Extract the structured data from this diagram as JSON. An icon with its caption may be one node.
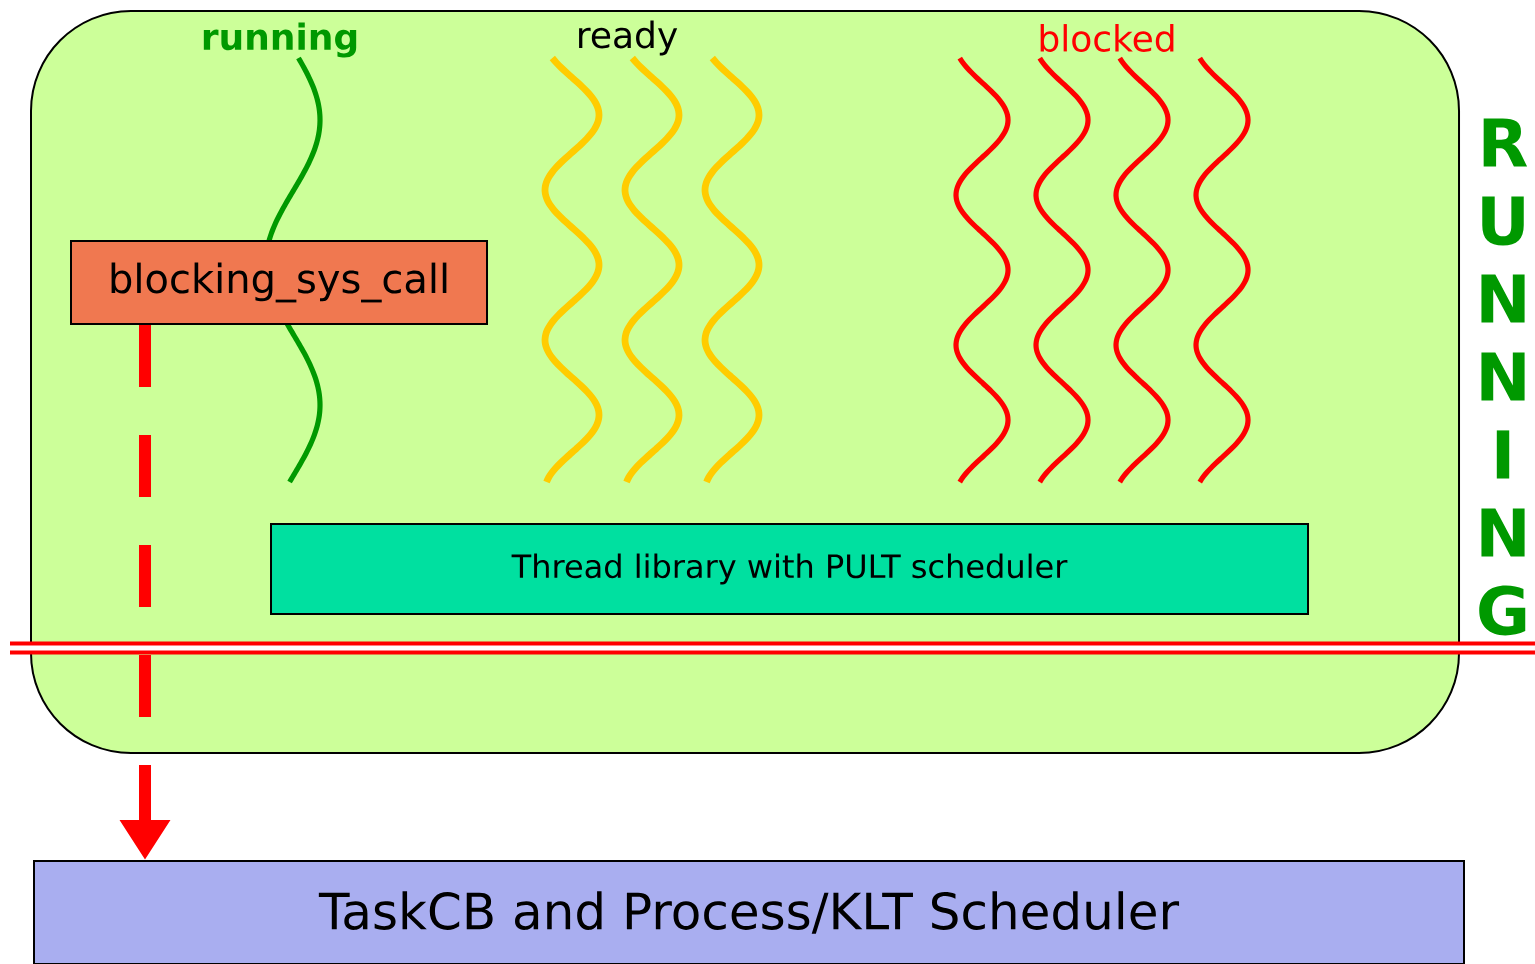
{
  "diagram": {
    "nodes": [
      {
        "text": [],
        "shape": "box",
        "beside": [
          "RUNNING"
        ]
      },
      {
        "text": [
          "blocking_sys_call"
        ],
        "in": 0
      },
      {
        "text": [
          "Thread library with PULT scheduler"
        ],
        "in": 0
      },
      {
        "text": [
          "TaskCB and Process/KLT Scheduler"
        ]
      }
    ],
    "edges": [
      {
        "from": 1,
        "to": 3,
        "arrow": "to",
        "style": "dashed",
        "color": "#ff0000"
      }
    ],
    "labels": [
      "running",
      "ready",
      "blocked"
    ]
  }
}
